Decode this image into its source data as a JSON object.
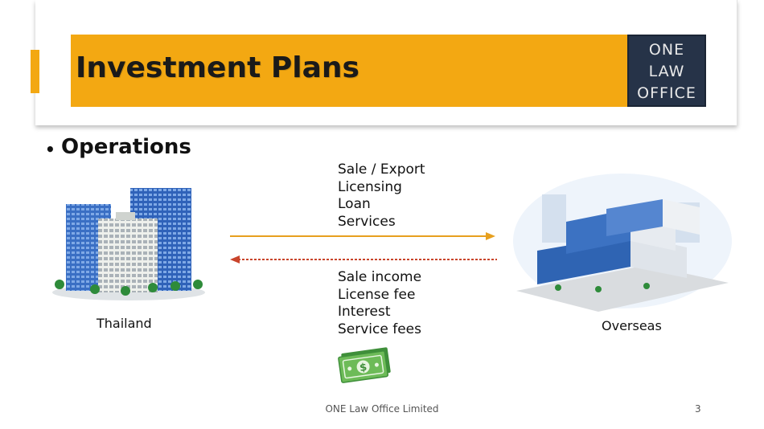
{
  "slide": {
    "title": "Investment Plans",
    "logo_lines": [
      "ONE",
      "LAW",
      "OFFICE"
    ],
    "bullet": "Operations",
    "outgoing_items": [
      "Sale / Export",
      "Licensing",
      "Loan",
      "Services"
    ],
    "incoming_items": [
      "Sale income",
      "License fee",
      "Interest",
      "Service fees"
    ],
    "left_label": "Thailand",
    "right_label": "Overseas",
    "footer": "ONE Law Office Limited",
    "page_number": "3",
    "icons": [
      "city-buildings-icon",
      "office-complex-icon",
      "money-banknote-icon",
      "arrow-right-icon",
      "arrow-left-dotted-icon"
    ],
    "colors": {
      "accent": "#f3a812",
      "logo_bg": "#263348",
      "arrow_out": "#e7a01f",
      "arrow_in": "#c9442b",
      "money": "#5aa64a"
    }
  }
}
